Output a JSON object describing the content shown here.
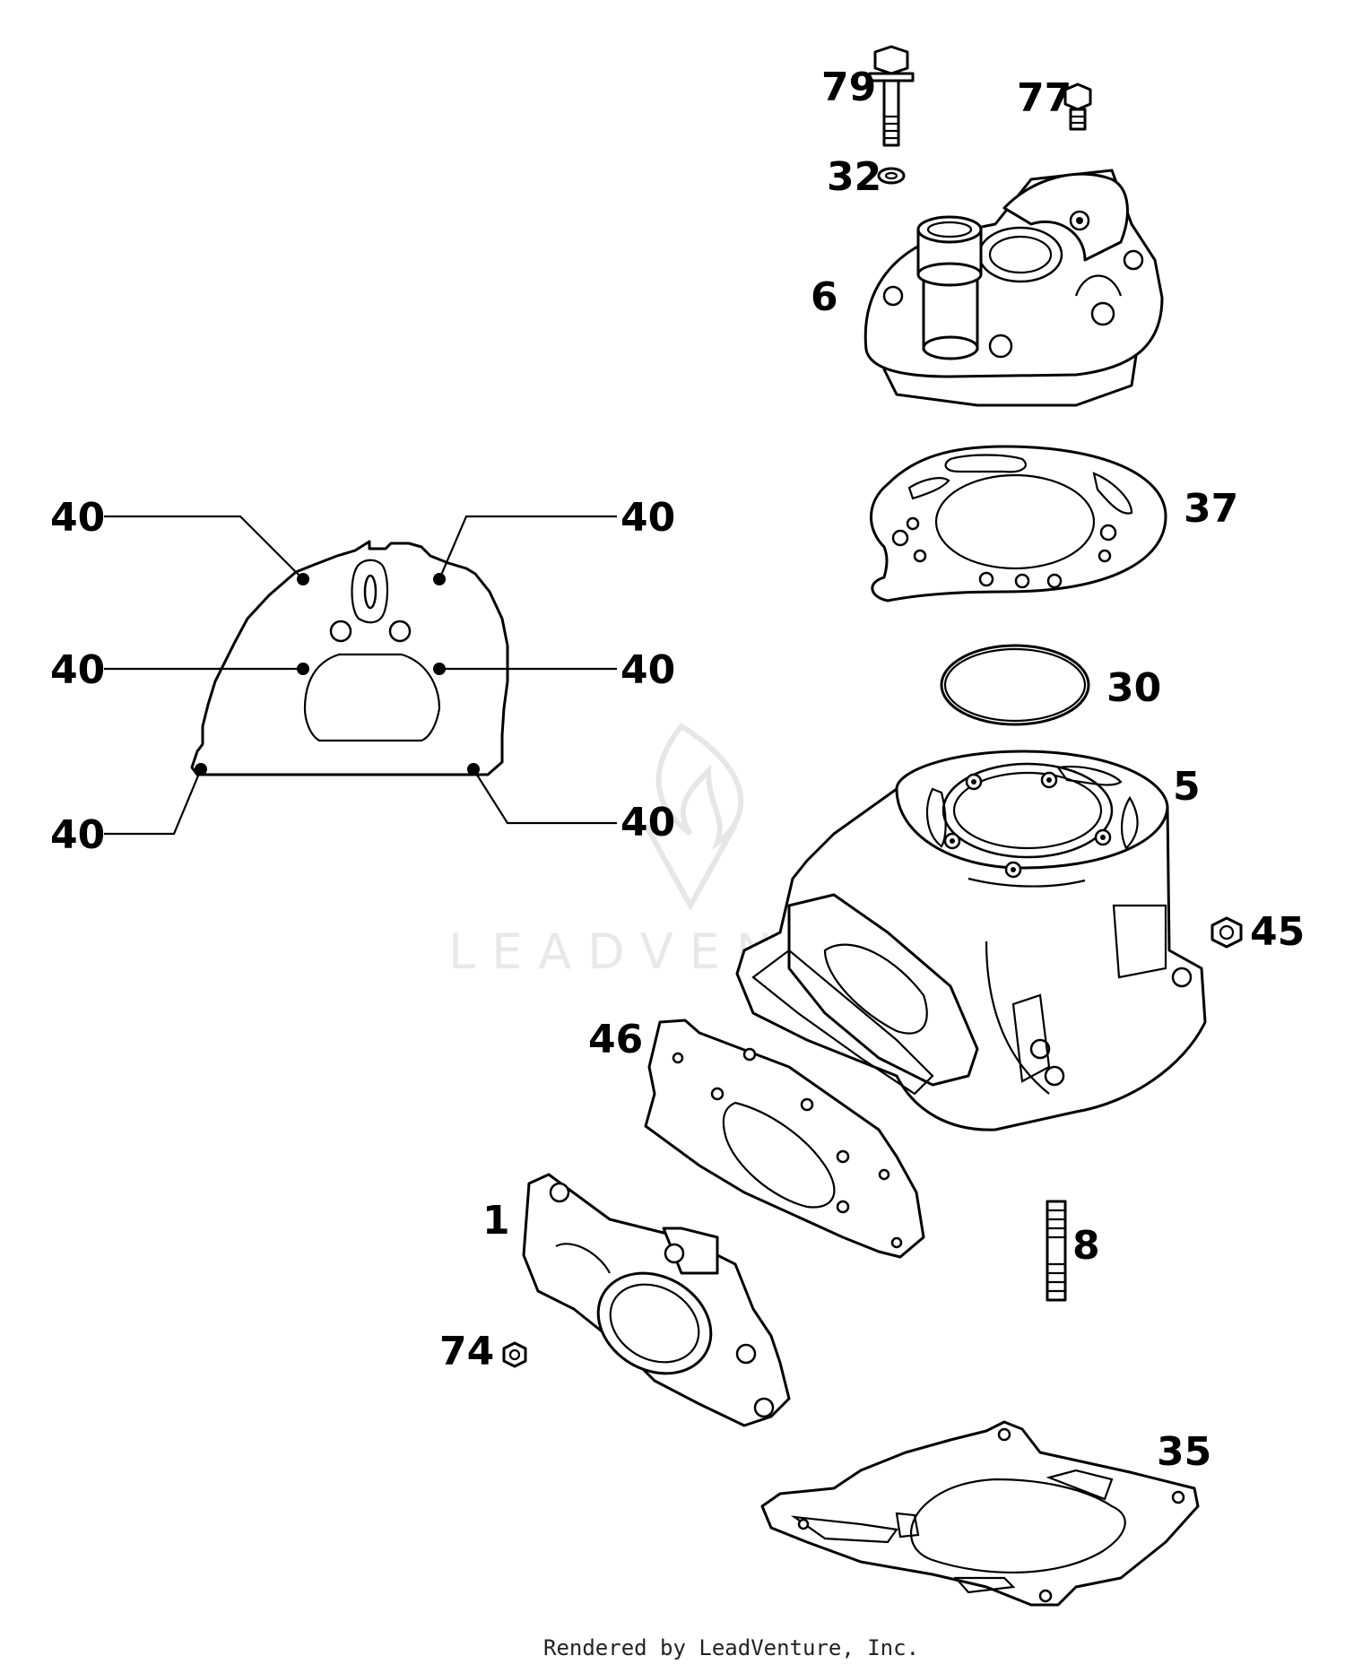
{
  "watermark": {
    "text": "LEADVENTURE"
  },
  "footer": {
    "text": "Rendered by LeadVenture, Inc."
  },
  "callouts": {
    "c79": "79",
    "c77": "77",
    "c32": "32",
    "c6": "6",
    "c37": "37",
    "c30": "30",
    "c5": "5",
    "c45": "45",
    "c46": "46",
    "c8": "8",
    "c1": "1",
    "c74": "74",
    "c35": "35",
    "c40_top_left": "40",
    "c40_top_right": "40",
    "c40_mid_left": "40",
    "c40_mid_right": "40",
    "c40_bot_left": "40",
    "c40_bot_right": "40"
  }
}
